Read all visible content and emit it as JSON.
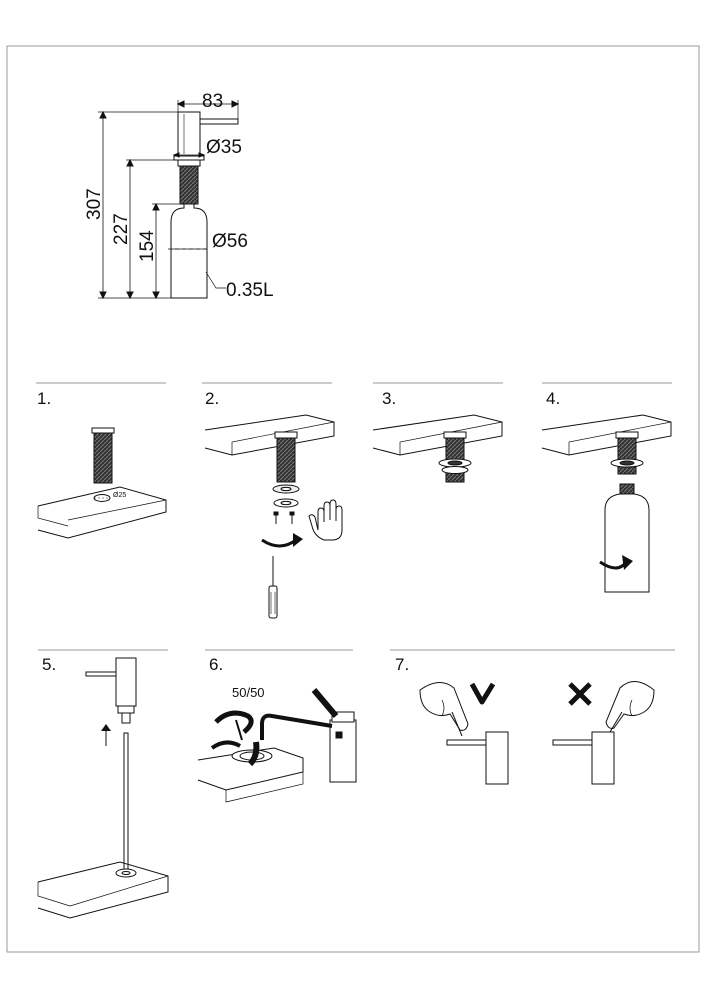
{
  "dimensions": {
    "width": "83",
    "neck_diameter": "Ø35",
    "total_height": "307",
    "below_counter_height": "227",
    "bottle_height": "154",
    "bottle_diameter": "Ø56",
    "capacity": "0.35L"
  },
  "steps": [
    {
      "number": "1.",
      "hole_label": "Ø25"
    },
    {
      "number": "2."
    },
    {
      "number": "3."
    },
    {
      "number": "4."
    },
    {
      "number": "5."
    },
    {
      "number": "6.",
      "mix_label": "50/50"
    },
    {
      "number": "7."
    }
  ]
}
